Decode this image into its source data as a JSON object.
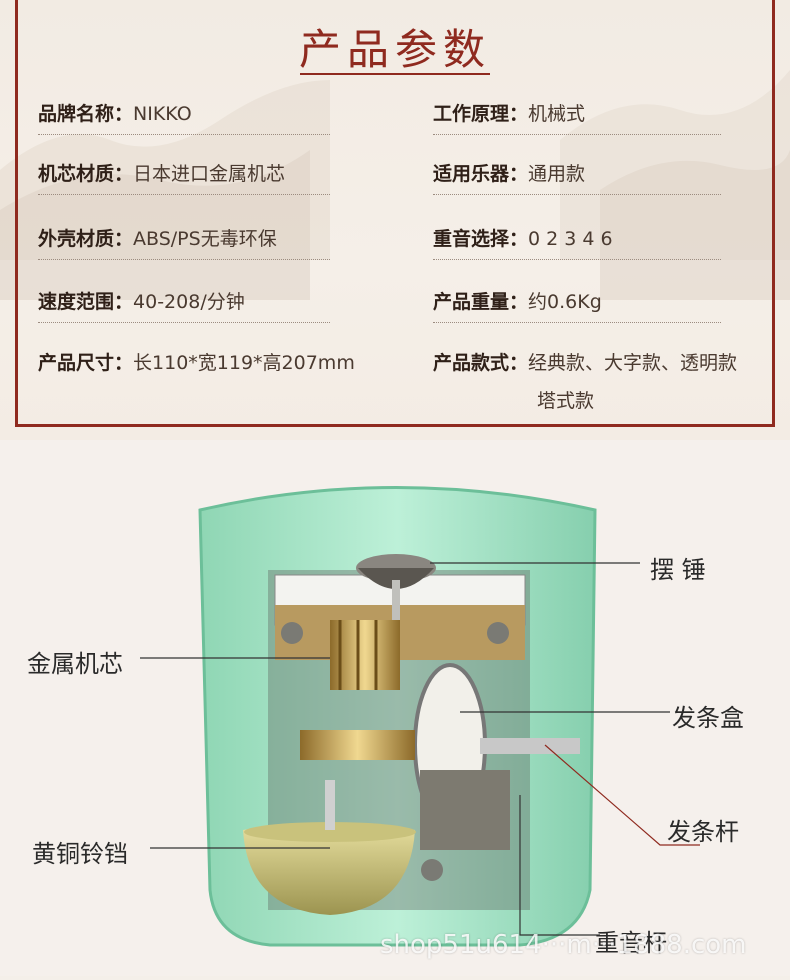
{
  "header": {
    "title": "产品参数"
  },
  "specs_left": [
    {
      "label": "品牌名称：",
      "value": "NIKKO"
    },
    {
      "label": "机芯材质：",
      "value": "日本进口金属机芯"
    },
    {
      "label": "外壳材质：",
      "value": "ABS/PS无毒环保"
    },
    {
      "label": "速度范围：",
      "value": "40-208/分钟"
    },
    {
      "label": "产品尺寸：",
      "value": "长110*宽119*高207mm"
    }
  ],
  "specs_right": [
    {
      "label": "工作原理：",
      "value": "机械式"
    },
    {
      "label": "适用乐器：",
      "value": "通用款"
    },
    {
      "label": "重音选择：",
      "value": "0 2 3 4 6"
    },
    {
      "label": "产品重量：",
      "value": "约0.6Kg"
    },
    {
      "label": "产品款式：",
      "value": "经典款、大字款、透明款"
    }
  ],
  "specs_right_continuation": "塔式款",
  "callouts": {
    "pendulum_weight": "摆 锤",
    "metal_movement": "金属机芯",
    "spring_box": "发条盒",
    "winding_rod": "发条杆",
    "brass_bell": "黄铜铃铛",
    "accent_rod": "重音杆"
  },
  "watermark": "shop51u614···m···1888.com",
  "colors": {
    "accent": "#8f2a1f",
    "case": "#9fe0c0"
  }
}
